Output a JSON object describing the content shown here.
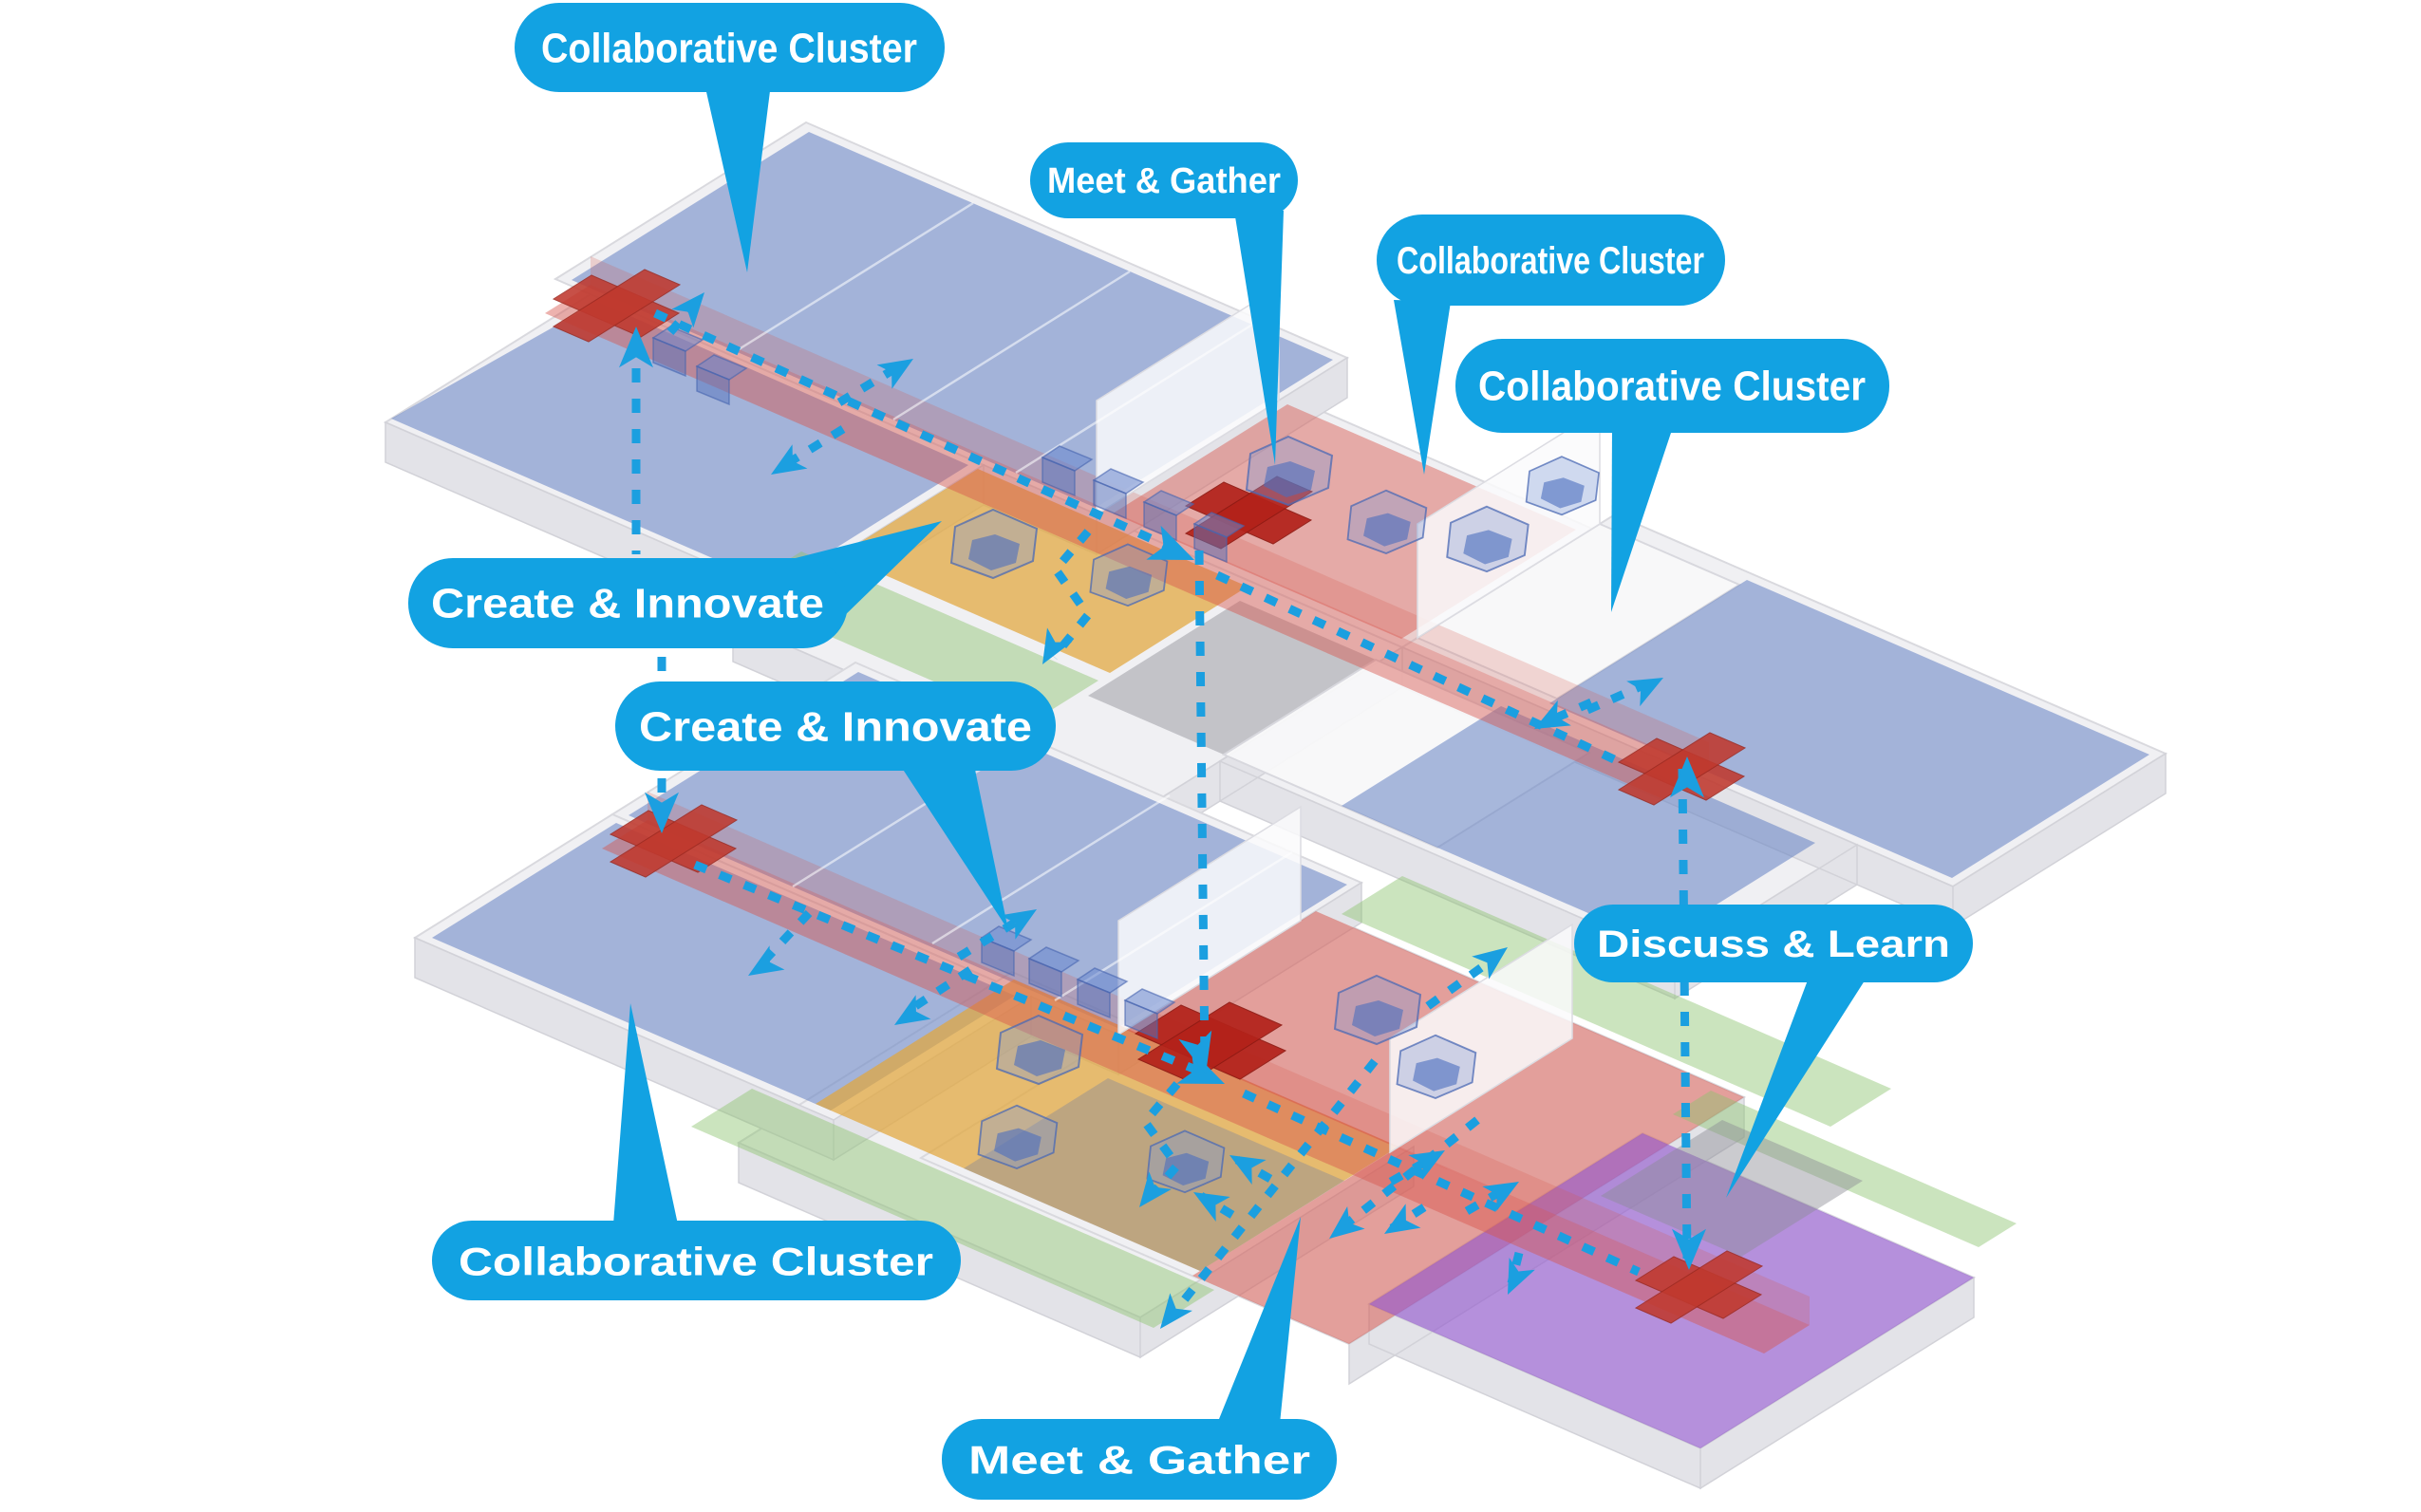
{
  "diagram": {
    "type": "axonometric-floor-circulation-diagram",
    "floors": [
      {
        "name": "upper-floor"
      },
      {
        "name": "lower-floor"
      }
    ],
    "callouts": [
      {
        "id": "collaborative-cluster-top-left",
        "label": "Collaborative Cluster"
      },
      {
        "id": "meet-gather-top",
        "label": "Meet & Gather"
      },
      {
        "id": "collaborative-cluster-upper-right",
        "label": "Collaborative Cluster"
      },
      {
        "id": "collaborative-cluster-right",
        "label": "Collaborative Cluster"
      },
      {
        "id": "create-innovate-upper",
        "label": "Create & Innovate"
      },
      {
        "id": "create-innovate-lower",
        "label": "Create & Innovate"
      },
      {
        "id": "discuss-learn",
        "label": "Discuss & Learn"
      },
      {
        "id": "collaborative-cluster-bottom-left",
        "label": "Collaborative Cluster"
      },
      {
        "id": "meet-gather-bottom",
        "label": "Meet & Gather"
      }
    ],
    "colors": {
      "callout_blue": "#12A2E2",
      "path_blue": "#1B9FE0",
      "cluster_blue": "#9DB1DC",
      "circulation_red": "#E2968D",
      "stair_red": "#C0392E",
      "create_yellow": "#EBC06B",
      "learn_purple": "#B58CDF",
      "garden_green": "#CDE4BE",
      "support_gray": "#C4C4C8"
    }
  }
}
